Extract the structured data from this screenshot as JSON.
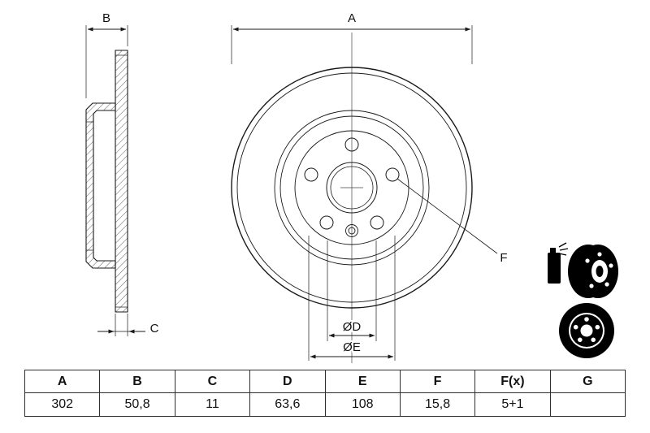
{
  "drawing": {
    "dim_labels": {
      "a": "A",
      "b": "B",
      "c": "C",
      "d": "ØD",
      "e": "ØE",
      "f": "F"
    }
  },
  "table": {
    "headers": [
      "A",
      "B",
      "C",
      "D",
      "E",
      "F",
      "F(x)",
      "G"
    ],
    "values": [
      "302",
      "50,8",
      "11",
      "63,6",
      "108",
      "15,8",
      "5+1",
      ""
    ]
  },
  "colors": {
    "line": "#1a1a1a",
    "background": "#ffffff"
  }
}
